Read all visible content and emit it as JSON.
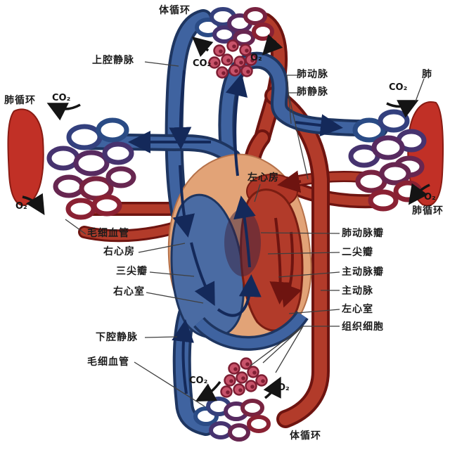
{
  "labels": {
    "systemic_circulation": "体循环",
    "pulmonary_circulation": "肺循环",
    "superior_vena_cava": "上腔静脉",
    "inferior_vena_cava": "下腔静脉",
    "capillaries": "毛细血管",
    "right_atrium": "右心房",
    "tricuspid_valve": "三尖瓣",
    "right_ventricle": "右心室",
    "left_atrium": "左心房",
    "left_ventricle": "左心室",
    "pulmonary_artery": "肺动脉",
    "pulmonary_vein": "肺静脉",
    "lung": "肺",
    "pulmonary_valve": "肺动脉瓣",
    "mitral_valve": "二尖瓣",
    "aortic_valve": "主动脉瓣",
    "aorta": "主动脉",
    "tissue_cells": "组织细胞",
    "co2": "CO₂",
    "o2": "O₂"
  },
  "colors": {
    "vein_blue": "#3f63a0",
    "vein_outline": "#1e3560",
    "artery_red": "#b23b2a",
    "artery_outline": "#6e1410",
    "capillary_purple": "#572a60",
    "lung_red": "#c13026",
    "heart_muscle_tan": "#e2a377",
    "blood_cell_red": "#c8536a",
    "label_text": "#1c1c1c"
  }
}
